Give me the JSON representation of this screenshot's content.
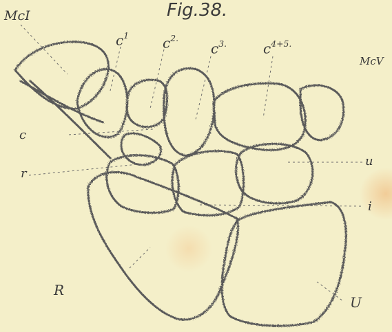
{
  "figure": {
    "title": "Fig.38.",
    "labels": {
      "mc1": "McI",
      "mc5": "McV",
      "c1_base": "c",
      "c1_sup": "1",
      "c2_base": "c",
      "c2_sup": "2.",
      "c3_base": "c",
      "c3_sup": "3.",
      "c45_base": "c",
      "c45_sup": "4+5.",
      "c": "c",
      "r": "r",
      "u": "u",
      "i": "i",
      "R": "R",
      "U": "U"
    }
  },
  "colors": {
    "paper": "#f4efc9",
    "ink": "#3a3a3a",
    "stain": "#f0b070"
  }
}
